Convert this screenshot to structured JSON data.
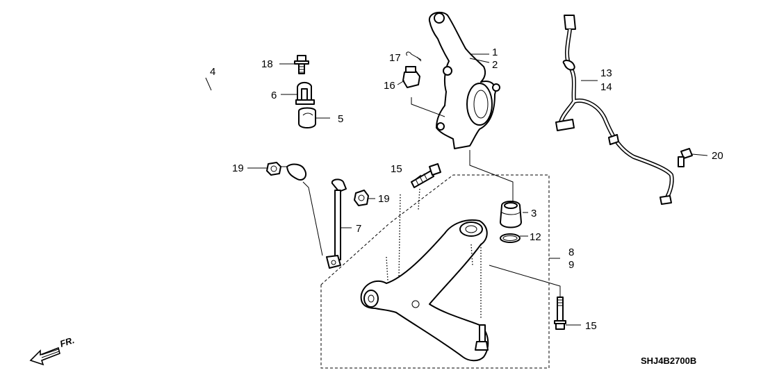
{
  "diagram": {
    "title": "Front suspension exploded parts diagram",
    "part_code": "SHJ4B2700B",
    "direction_label": "FR.",
    "callouts": {
      "c1": "1",
      "c2": "2",
      "c3": "3",
      "c4": "4",
      "c5": "5",
      "c6": "6",
      "c7": "7",
      "c8": "8",
      "c9": "9",
      "c12": "12",
      "c13": "13",
      "c14": "14",
      "c15a": "15",
      "c15b": "15",
      "c16": "16",
      "c17": "17",
      "c18": "18",
      "c19a": "19",
      "c19b": "19",
      "c20": "20"
    },
    "colors": {
      "ink": "#000000",
      "paper": "#ffffff"
    }
  }
}
